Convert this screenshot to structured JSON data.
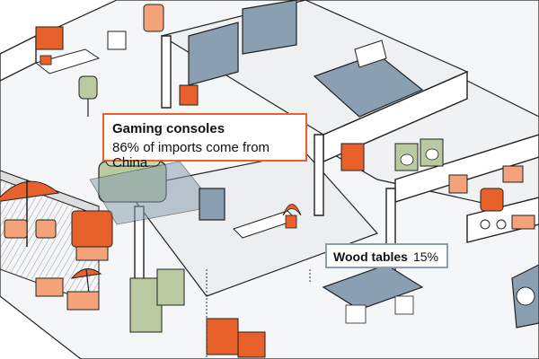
{
  "callouts": {
    "gaming": {
      "title": "Gaming consoles",
      "text": "86% of imports come from China"
    },
    "wood": {
      "title": "Wood tables",
      "value": "15%"
    }
  },
  "colors": {
    "highlight_orange": "#e8602a",
    "light_orange": "#f4a27a",
    "blue_gray": "#8aa0b2",
    "sage_green": "#b9c9a0",
    "line": "#222222",
    "floor": "#e9ecef"
  }
}
